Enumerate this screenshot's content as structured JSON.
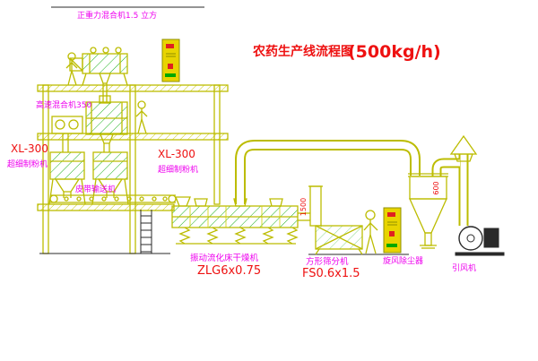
{
  "diagram": {
    "title": "农药生产线流程图",
    "capacity": "(500kg/h)",
    "equipment": {
      "gravity_mixer": "正重力混合机1.5 立方",
      "high_speed_mixer": "高速混合机350",
      "mill_left": {
        "model": "XL-300",
        "name": "超细制粉机"
      },
      "mill_center": {
        "model": "XL-300",
        "name": "超细制粉机"
      },
      "belt_conveyor": "皮带输送机",
      "dryer": {
        "name": "振动流化床干燥机",
        "model": "ZLG6x0.75"
      },
      "sieve": {
        "name": "方形筛分机",
        "model": "FS0.6x1.5"
      },
      "cyclone": "旋风除尘器",
      "fan": "引风机"
    },
    "dimensions": {
      "standpipe": "1500",
      "cyclone": "600"
    }
  },
  "colors": {
    "drawing_line": "#bcbc00",
    "hatch_green": "#00a800",
    "label_magenta": "#ee00ee",
    "label_red": "#ee1111",
    "panel_yellow": "#e8d400",
    "black": "#2a2a2a",
    "background": "#ffffff"
  }
}
